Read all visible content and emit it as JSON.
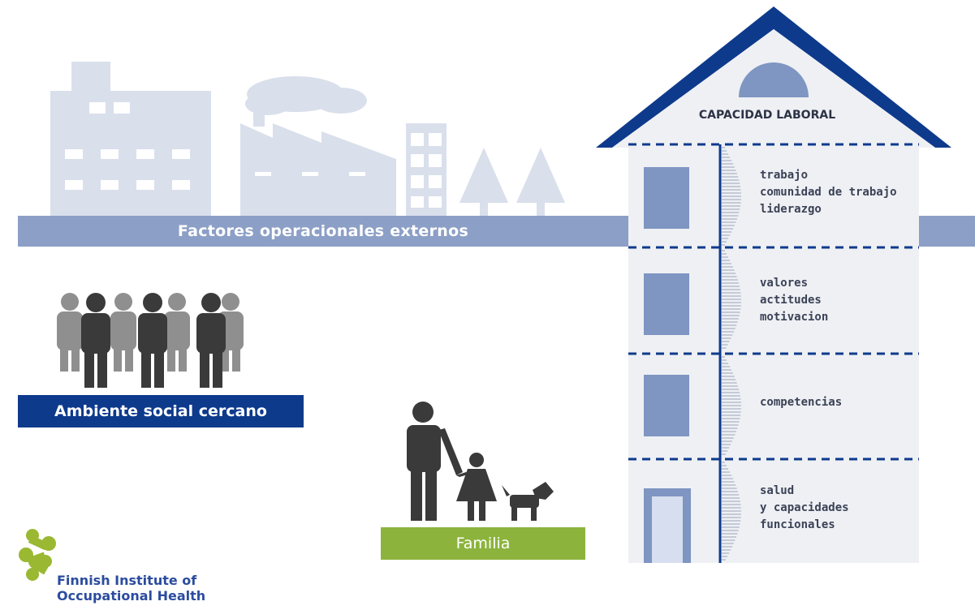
{
  "house": {
    "title": "CAPACIDAD LABORAL",
    "floors": [
      {
        "lines": [
          "trabajo",
          "comunidad de trabajo",
          "liderazgo"
        ]
      },
      {
        "lines": [
          "valores",
          "actitudes",
          "motivacion"
        ]
      },
      {
        "lines": [
          "competencias"
        ]
      },
      {
        "lines": [
          "salud",
          "y capacidades",
          "funcionales"
        ]
      }
    ]
  },
  "external_bar": {
    "label": "Factores operacionales externos"
  },
  "social": {
    "label": "Ambiente social cercano"
  },
  "family": {
    "label": "Familia"
  },
  "logo": {
    "line1": "Finnish Institute of",
    "line2": "Occupational Health"
  },
  "colors": {
    "skyline": "#d9dfeb",
    "bar_blue": "#8c9fc6",
    "dark_blue": "#0e3a8c",
    "house_wall": "#eef0f4",
    "window_blue": "#7f95c2",
    "green": "#8cb43c",
    "logo_green": "#9ab832",
    "person_dark": "#3a3a3a",
    "person_light": "#8f8f8f"
  }
}
